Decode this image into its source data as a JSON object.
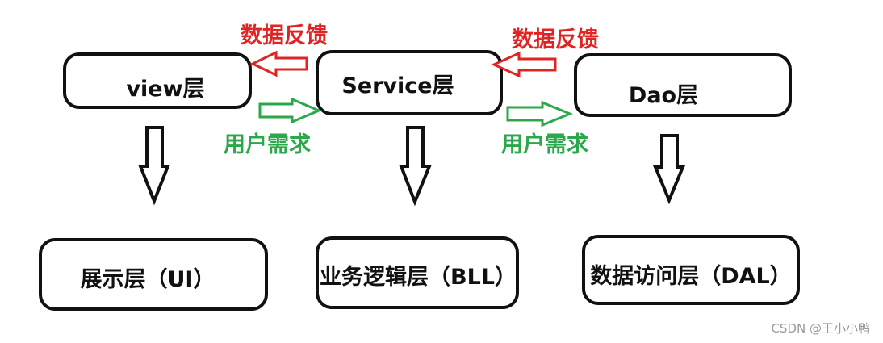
{
  "layers": {
    "view": "view层",
    "service": "Service层",
    "dao": "Dao层"
  },
  "tiers": {
    "ui": "展示层（UI）",
    "bll": "业务逻辑层（BLL）",
    "dal": "数据访问层（DAL）"
  },
  "flows": {
    "feedback_left": "数据反馈",
    "feedback_right": "数据反馈",
    "request_left": "用户需求",
    "request_right": "用户需求"
  },
  "watermark": "CSDN @王小小鸭",
  "colors": {
    "feedback": "#e02424",
    "request": "#2aa84a",
    "outline": "#111111"
  }
}
